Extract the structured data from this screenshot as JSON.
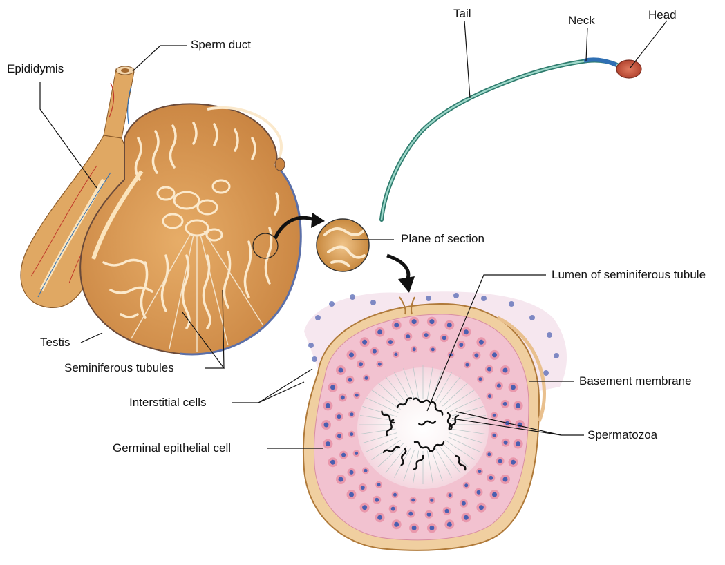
{
  "labels": {
    "sperm_duct": "Sperm duct",
    "epididymis": "Epididymis",
    "tail": "Tail",
    "neck": "Neck",
    "head": "Head",
    "plane_of_section": "Plane of section",
    "lumen": "Lumen of seminiferous tubule",
    "testis": "Testis",
    "seminiferous_tubules": "Seminiferous tubules",
    "basement_membrane": "Basement membrane",
    "interstitial_cells": "Interstitial cells",
    "spermatozoa": "Spermatozoa",
    "germinal_epithelial_cell": "Germinal epithelial cell"
  },
  "colors": {
    "testis_fill": "#d99a55",
    "tubule": "#e8b57a",
    "tubule_line": "#fbe9cc",
    "capsule": "#f0d2a6",
    "sperm_body": "#5aa89a",
    "sperm_head": "#c65a45",
    "cell_nucleus": "#4b5fb0",
    "cell_pink": "#e58aa0",
    "membrane": "#e9c08e",
    "arrow": "#111111"
  }
}
